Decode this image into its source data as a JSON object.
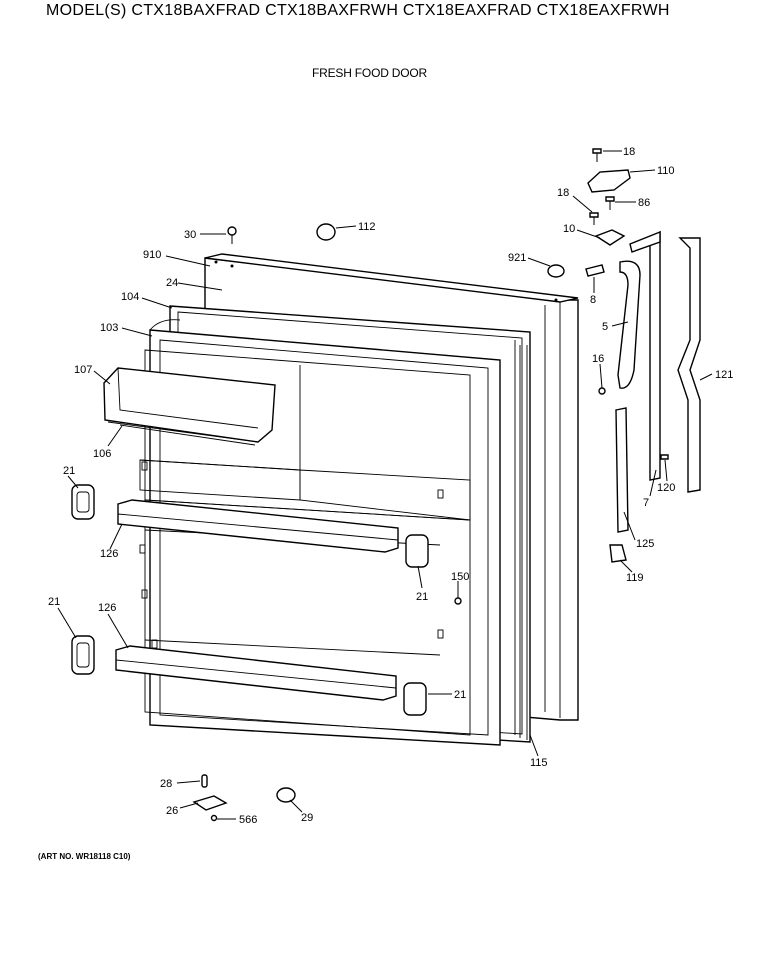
{
  "header": {
    "models": "MODEL(S) CTX18BAXFRAD  CTX18BAXFRWH  CTX18EAXFRAD  CTX18EAXFRWH"
  },
  "diagram": {
    "title": "FRESH FOOD DOOR",
    "art_number": "(ART NO. WR18118 C10)"
  },
  "callouts": [
    {
      "id": "18a",
      "text": "18"
    },
    {
      "id": "110",
      "text": "110"
    },
    {
      "id": "18b",
      "text": "18"
    },
    {
      "id": "86",
      "text": "86"
    },
    {
      "id": "10",
      "text": "10"
    },
    {
      "id": "30",
      "text": "30"
    },
    {
      "id": "112",
      "text": "112"
    },
    {
      "id": "910",
      "text": "910"
    },
    {
      "id": "921",
      "text": "921"
    },
    {
      "id": "24",
      "text": "24"
    },
    {
      "id": "8",
      "text": "8"
    },
    {
      "id": "104",
      "text": "104"
    },
    {
      "id": "5",
      "text": "5"
    },
    {
      "id": "103",
      "text": "103"
    },
    {
      "id": "16",
      "text": "16"
    },
    {
      "id": "121",
      "text": "121"
    },
    {
      "id": "107",
      "text": "107"
    },
    {
      "id": "106",
      "text": "106"
    },
    {
      "id": "21a",
      "text": "21"
    },
    {
      "id": "7",
      "text": "7"
    },
    {
      "id": "120",
      "text": "120"
    },
    {
      "id": "126a",
      "text": "126"
    },
    {
      "id": "125",
      "text": "125"
    },
    {
      "id": "119",
      "text": "119"
    },
    {
      "id": "150",
      "text": "150"
    },
    {
      "id": "21b",
      "text": "21"
    },
    {
      "id": "21c",
      "text": "21"
    },
    {
      "id": "126b",
      "text": "126"
    },
    {
      "id": "21d",
      "text": "21"
    },
    {
      "id": "115",
      "text": "115"
    },
    {
      "id": "28",
      "text": "28"
    },
    {
      "id": "26",
      "text": "26"
    },
    {
      "id": "566",
      "text": "566"
    },
    {
      "id": "29",
      "text": "29"
    }
  ]
}
